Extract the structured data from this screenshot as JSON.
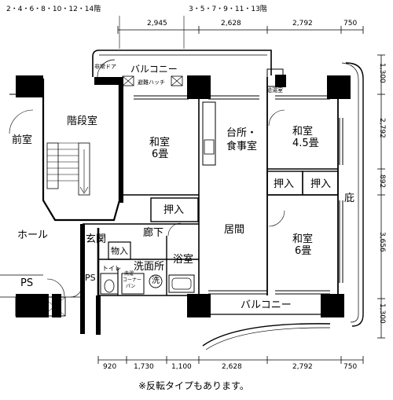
{
  "floor_notes": {
    "even_floors": "2・4・6・8・10・12・14階",
    "odd_floors": "3・5・7・9・11・13階"
  },
  "rooms": {
    "stairwell": "階段室",
    "front_room": "前室",
    "hall": "ホール",
    "ps_left": "PS",
    "ps_small": "PS",
    "balcony_top": "バルコニー",
    "emergency_door": "非常ドア",
    "escape_hatch": "避難ハッチ",
    "water_heater": "給湯室",
    "washitsu_6_left": "和室",
    "washitsu_6_left_size": "6畳",
    "kitchen_line1": "台所・",
    "kitchen_line2": "食事室",
    "washitsu_45": "和室",
    "washitsu_45_size": "4.5畳",
    "closet_left": "押入",
    "closet_mid": "押入",
    "closet_right": "押入",
    "garden": "庇",
    "living": "居間",
    "washitsu_6_right": "和室",
    "washitsu_6_right_size": "6畳",
    "corridor": "廊下",
    "entrance": "玄関",
    "storage": "物入",
    "washroom": "洗面所",
    "toilet": "トイレ",
    "laundry_pan_1": "洗濯",
    "laundry_pan_2": "コーナー",
    "laundry_pan_3": "パン",
    "washer": "洗",
    "bath": "浴室",
    "balcony_bottom": "バルコニー"
  },
  "dimensions": {
    "top": [
      "2,945",
      "2,628",
      "2,792",
      "750"
    ],
    "bottom": [
      "920",
      "1,730",
      "1,100",
      "2,628",
      "2,792",
      "750"
    ],
    "right": [
      "1,300",
      "2,792",
      "892",
      "3,656",
      "1,300"
    ]
  },
  "footnote": "※反転タイプもあります。"
}
